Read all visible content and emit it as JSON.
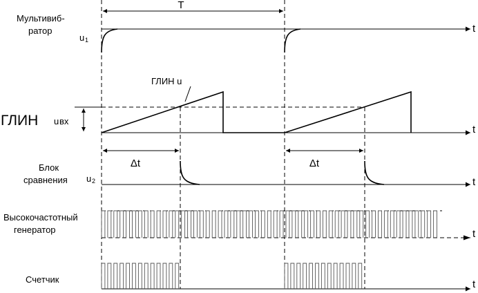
{
  "labels": {
    "multivibrator_line1": "Мультивиб-",
    "multivibrator_line2": "ратор",
    "u1_main": "u",
    "u1_sub": "1",
    "period": "T",
    "glin_big": "ГЛИН",
    "uvx_main": "u",
    "uvx_sub": "вх",
    "glin_u_caption": "ГЛИН u",
    "delta_t_1": "Δt",
    "delta_t_2": "Δt",
    "comparator_line1": "Блок",
    "comparator_line2": "сравнения",
    "u2_main": "u",
    "u2_sub": "2",
    "hf_line1": "Высокочастотный",
    "hf_line2": "генератор",
    "counter": "Счетчик",
    "axis_t": "t"
  }
}
